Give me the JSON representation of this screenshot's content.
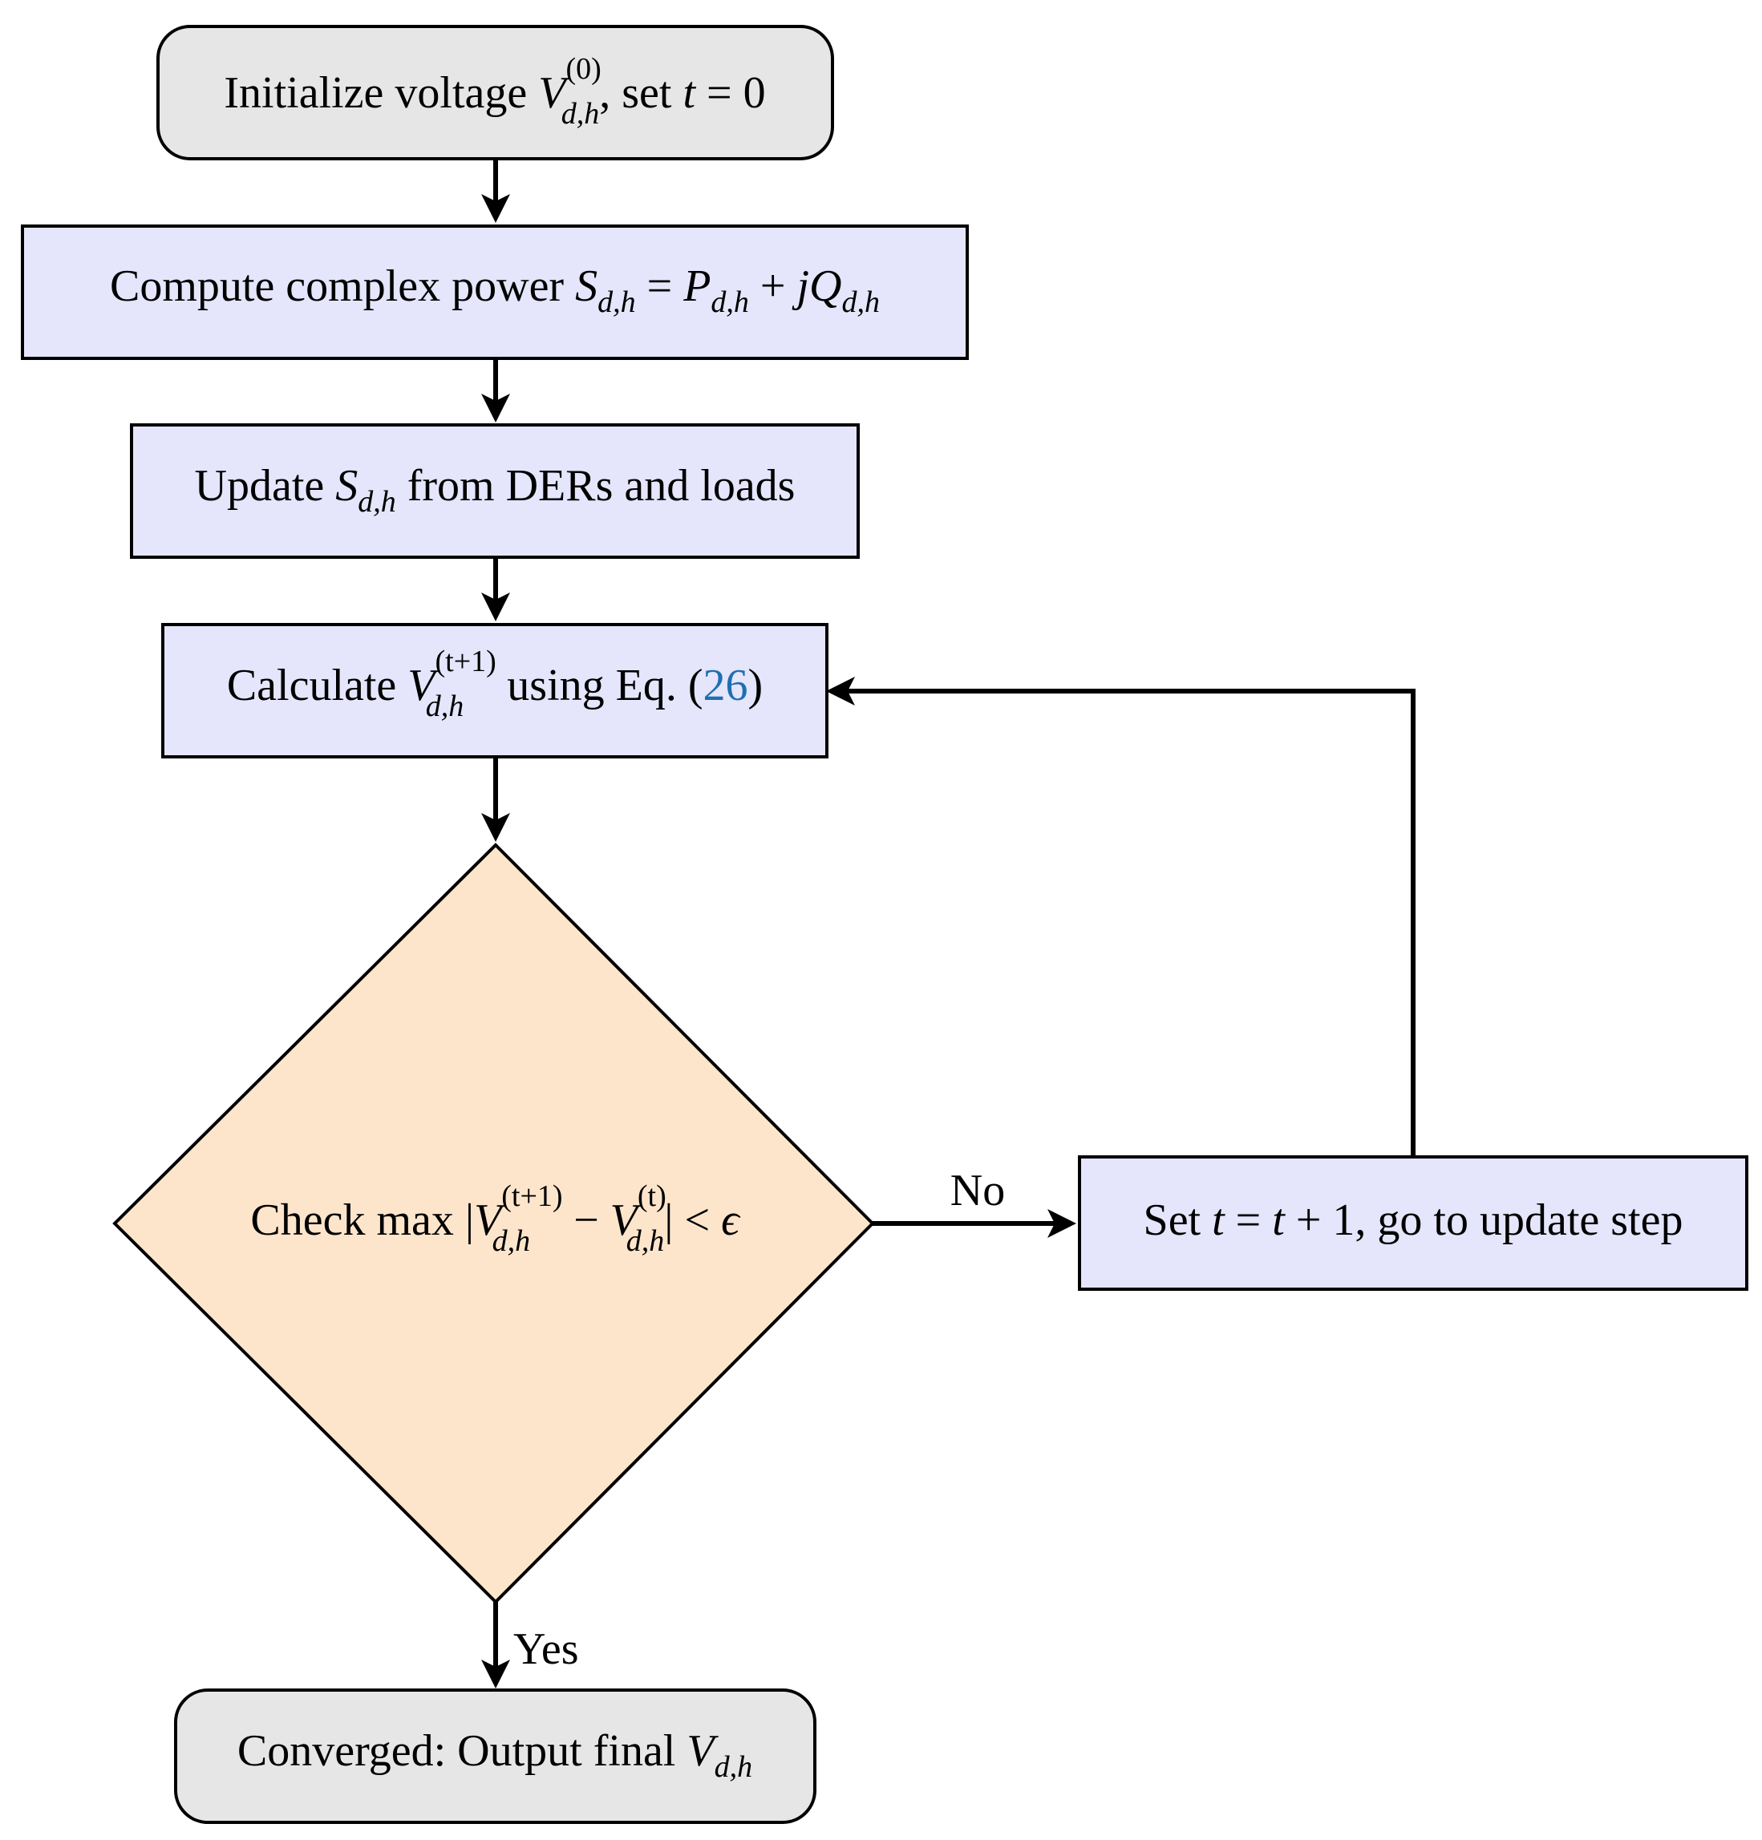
{
  "diagram": {
    "nodes": {
      "init": {
        "text": "Initialize voltage ",
        "var": "V",
        "sup": "(0)",
        "sub": "d,h",
        "text2": ", set ",
        "math2": "t",
        "text3": " = 0"
      },
      "compute": {
        "text": "Compute complex power ",
        "s": "S",
        "s_sub": "d,h",
        "eq": " = ",
        "p": "P",
        "p_sub": "d,h",
        "plus": " + ",
        "jq": "jQ",
        "q_sub": "d,h"
      },
      "update": {
        "text": "Update ",
        "s": "S",
        "s_sub": "d,h",
        "text2": " from DERs and loads"
      },
      "calculate": {
        "text": "Calculate ",
        "var": "V",
        "sup": "(t+1)",
        "sub": "d,h",
        "text2": " using Eq. (",
        "ref": "26",
        "text3": ")"
      },
      "check": {
        "text": "Check max |",
        "v1": "V",
        "v1_sup": "(t+1)",
        "v1_sub": "d,h",
        "minus": " − ",
        "v2": "V",
        "v2_sup": "(t)",
        "v2_sub": "d,h",
        "tail": "| < ",
        "eps": "ϵ"
      },
      "set": {
        "text": "Set ",
        "t1": "t",
        "eq": " = ",
        "t2": "t",
        "text2": " + 1, go to update step"
      },
      "converged": {
        "text": "Converged: Output final ",
        "var": "V",
        "sub": "d,h"
      }
    },
    "edge_labels": {
      "no": "No",
      "yes": "Yes"
    },
    "colors": {
      "terminal_fill": "#e6e6e6",
      "process_fill": "#e5e5fb",
      "decision_fill": "#fde5cc",
      "stroke": "#000000",
      "reference_link": "#1f6fb2"
    }
  }
}
